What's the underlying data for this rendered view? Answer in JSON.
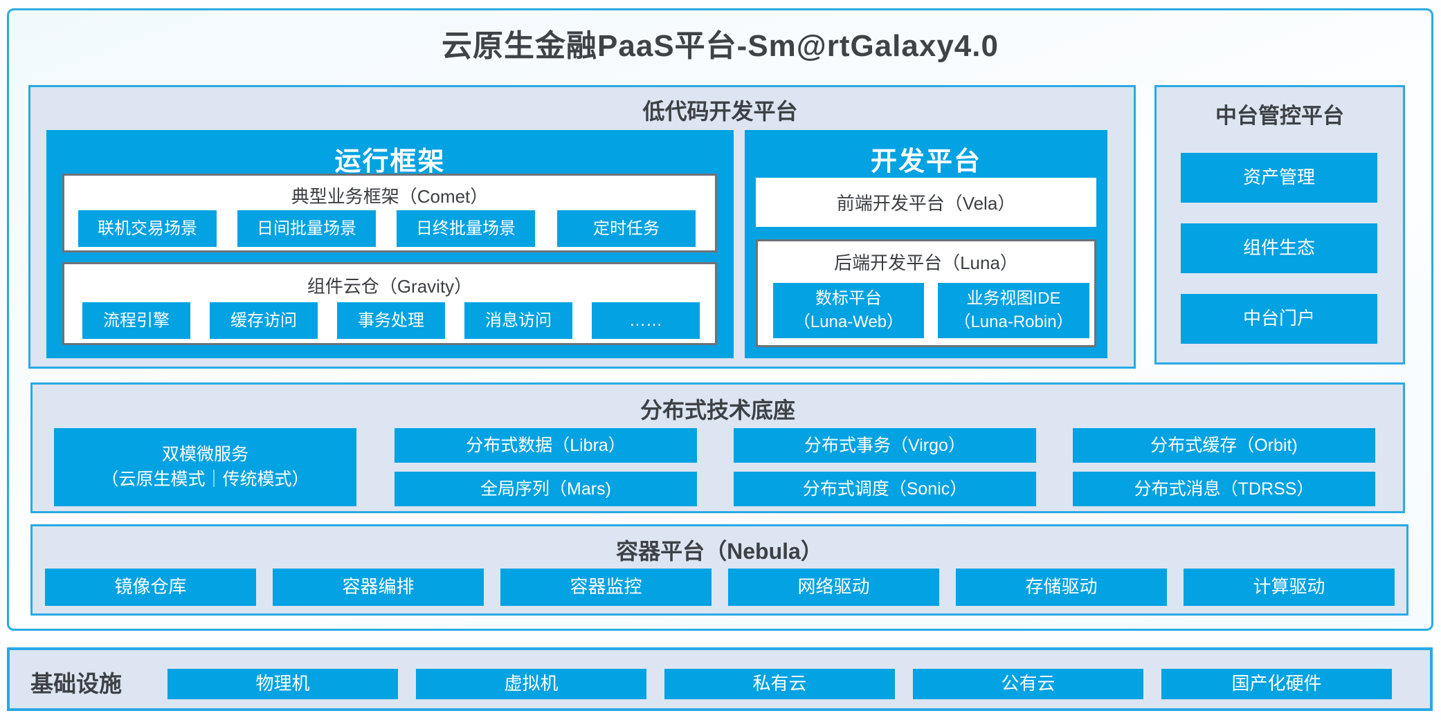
{
  "title": "云原生金融PaaS平台-Sm@rtGalaxy4.0",
  "colors": {
    "accent_blue": "#03a2e2",
    "panel_border_cyan": "#29a9e5",
    "panel_bg": "#dce5f1",
    "box_border_gray": "#6d7278",
    "text_dark": "#3d4145",
    "text_white": "#ffffff"
  },
  "low_code": {
    "label": "低代码开发平台",
    "runtime": {
      "title": "运行框架",
      "comet": {
        "title": "典型业务框架（Comet）",
        "items": [
          "联机交易场景",
          "日间批量场景",
          "日终批量场景",
          "定时任务"
        ]
      },
      "gravity": {
        "title": "组件云仓（Gravity）",
        "items": [
          "流程引擎",
          "缓存访问",
          "事务处理",
          "消息访问",
          "……"
        ]
      }
    },
    "dev": {
      "title": "开发平台",
      "vela_label": "前端开发平台（Vela）",
      "luna": {
        "title": "后端开发平台（Luna）",
        "items": [
          {
            "line1": "数标平台",
            "line2": "（Luna-Web）"
          },
          {
            "line1": "业务视图IDE",
            "line2": "（Luna-Robin）"
          }
        ]
      }
    }
  },
  "mid_platform": {
    "title": "中台管控平台",
    "items": [
      "资产管理",
      "组件生态",
      "中台门户"
    ]
  },
  "distributed": {
    "title": "分布式技术底座",
    "dual_mode": {
      "line1": "双模微服务",
      "line2": "（云原生模式｜传统模式）"
    },
    "grid": [
      [
        "分布式数据（Libra）",
        "全局序列（Mars)"
      ],
      [
        "分布式事务（Virgo）",
        "分布式调度（Sonic）"
      ],
      [
        "分布式缓存（Orbit)",
        "分布式消息（TDRSS）"
      ]
    ]
  },
  "container_platform": {
    "title": "容器平台（Nebula）",
    "items": [
      "镜像仓库",
      "容器编排",
      "容器监控",
      "网络驱动",
      "存储驱动",
      "计算驱动"
    ]
  },
  "infrastructure": {
    "label": "基础设施",
    "items": [
      "物理机",
      "虚拟机",
      "私有云",
      "公有云",
      "国产化硬件"
    ]
  }
}
